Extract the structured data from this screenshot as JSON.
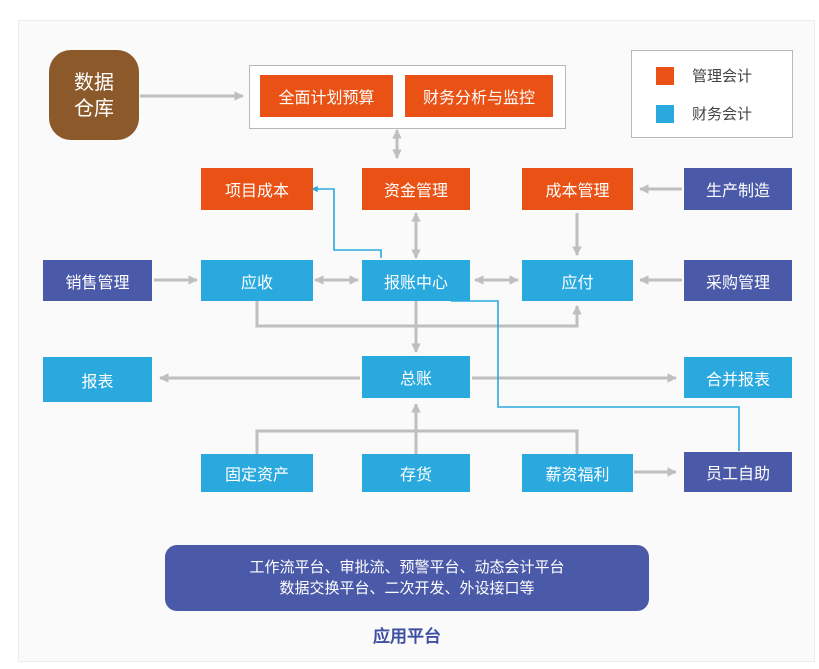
{
  "nodes": {
    "data_warehouse": "数据\n仓库",
    "budget": "全面计划预算",
    "analysis": "财务分析与监控",
    "project_cost": "项目成本",
    "fund_mgmt": "资金管理",
    "cost_mgmt": "成本管理",
    "manufacturing": "生产制造",
    "sales_mgmt": "销售管理",
    "receivable": "应收",
    "expense_center": "报账中心",
    "payable": "应付",
    "purchase_mgmt": "采购管理",
    "report": "报表",
    "general_ledger": "总账",
    "consolidated_report": "合并报表",
    "fixed_assets": "固定资产",
    "inventory": "存货",
    "payroll": "薪资福利",
    "employee_self_service": "员工自助"
  },
  "legend": {
    "items": [
      {
        "label": "管理会计",
        "color": "#ea5114"
      },
      {
        "label": "财务会计",
        "color": "#2aa9df"
      }
    ]
  },
  "platform": {
    "line1": "工作流平台、审批流、预警平台、动态会计平台",
    "line2": "数据交换平台、二次开发、外设接口等",
    "title": "应用平台"
  },
  "colors": {
    "management_accounting": "#ea5114",
    "financial_accounting": "#2aa9df",
    "external_system": "#4b5aa8",
    "data_source": "#8c5a2a",
    "connector": "#bfbfbf",
    "highlight_connector": "#2aa9df"
  }
}
